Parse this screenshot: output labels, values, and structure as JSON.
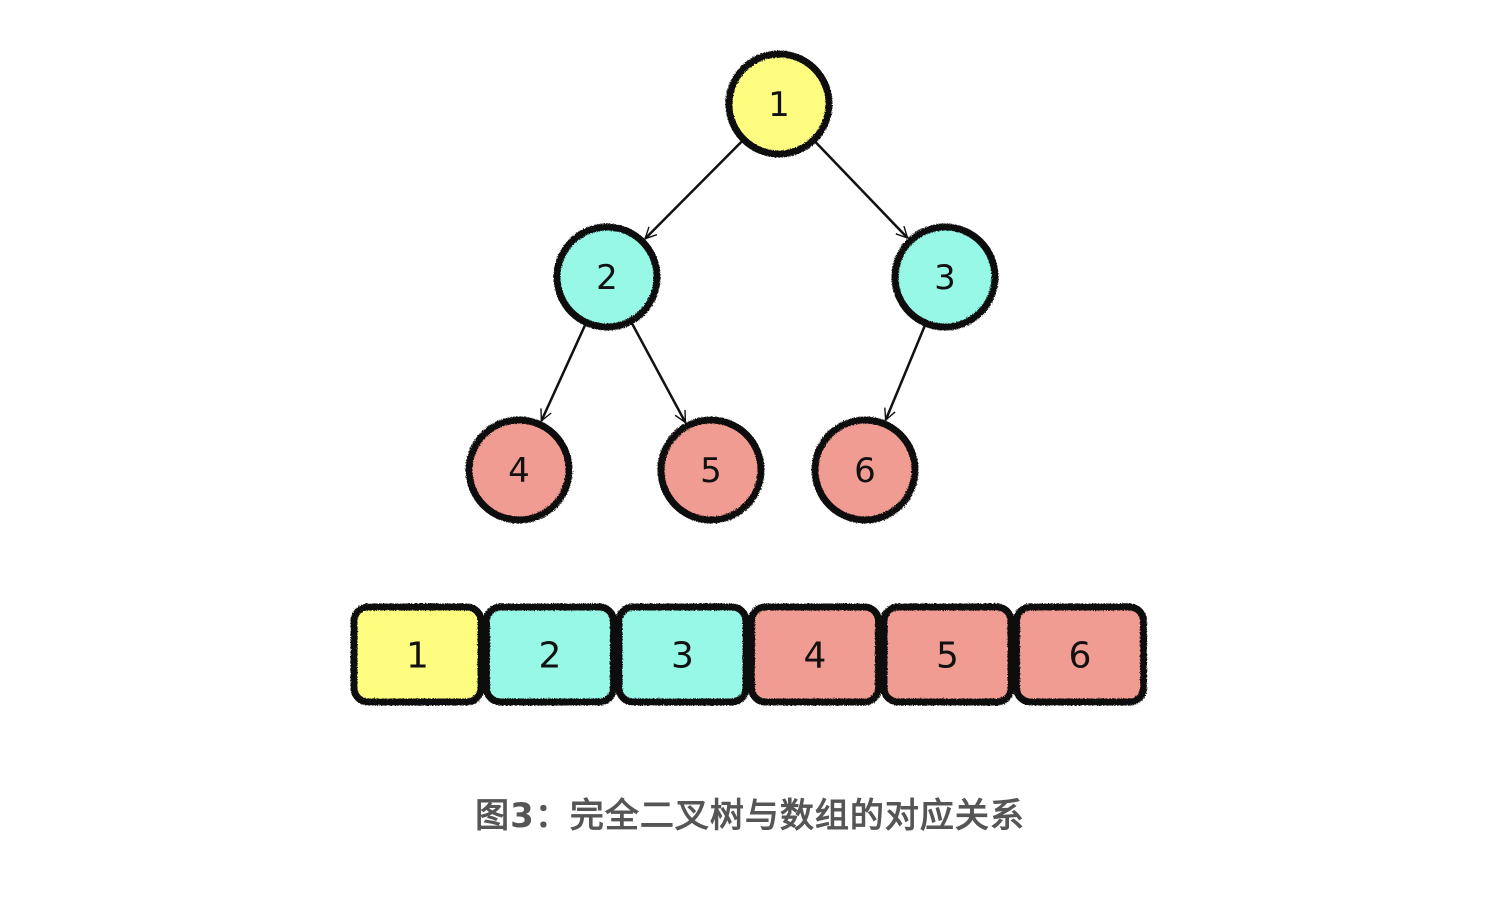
{
  "colors": {
    "level0": "#FFFD80",
    "level1": "#97F8E6",
    "level2": "#F19C92",
    "stroke": "#111111"
  },
  "tree": {
    "nodes": [
      {
        "label": "1",
        "level": 0
      },
      {
        "label": "2",
        "level": 1
      },
      {
        "label": "3",
        "level": 1
      },
      {
        "label": "4",
        "level": 2
      },
      {
        "label": "5",
        "level": 2
      },
      {
        "label": "6",
        "level": 2
      }
    ],
    "edges": [
      [
        "1",
        "2"
      ],
      [
        "1",
        "3"
      ],
      [
        "2",
        "4"
      ],
      [
        "2",
        "5"
      ],
      [
        "3",
        "6"
      ]
    ]
  },
  "array": [
    {
      "label": "1",
      "level": 0
    },
    {
      "label": "2",
      "level": 1
    },
    {
      "label": "3",
      "level": 1
    },
    {
      "label": "4",
      "level": 2
    },
    {
      "label": "5",
      "level": 2
    },
    {
      "label": "6",
      "level": 2
    }
  ],
  "caption": "图3：完全二叉树与数组的对应关系"
}
